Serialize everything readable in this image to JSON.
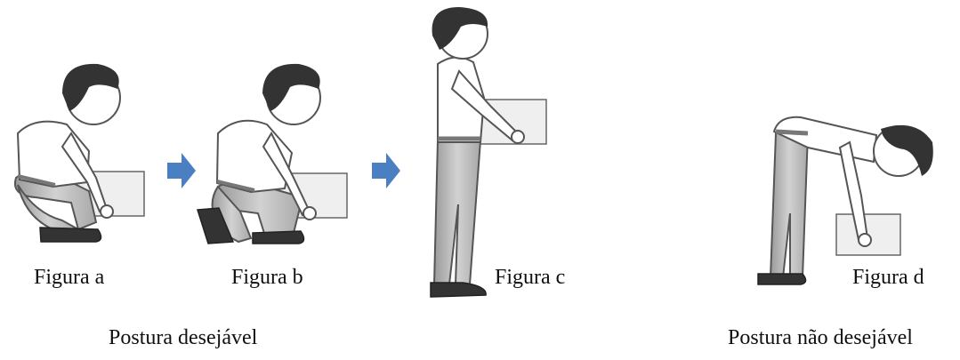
{
  "figures": [
    {
      "label": "Figura a"
    },
    {
      "label": "Figura b"
    },
    {
      "label": "Figura c"
    },
    {
      "label": "Figura d"
    }
  ],
  "groups": {
    "desirable": "Postura desejável",
    "undesirable": "Postura não desejável"
  },
  "colors": {
    "arrow": "#4a7fc1",
    "box_fill": "#efefef",
    "box_stroke": "#666666",
    "hair": "#333333",
    "skin": "#ffffff",
    "pants": "#bdbdbd",
    "shoes": "#333333"
  }
}
